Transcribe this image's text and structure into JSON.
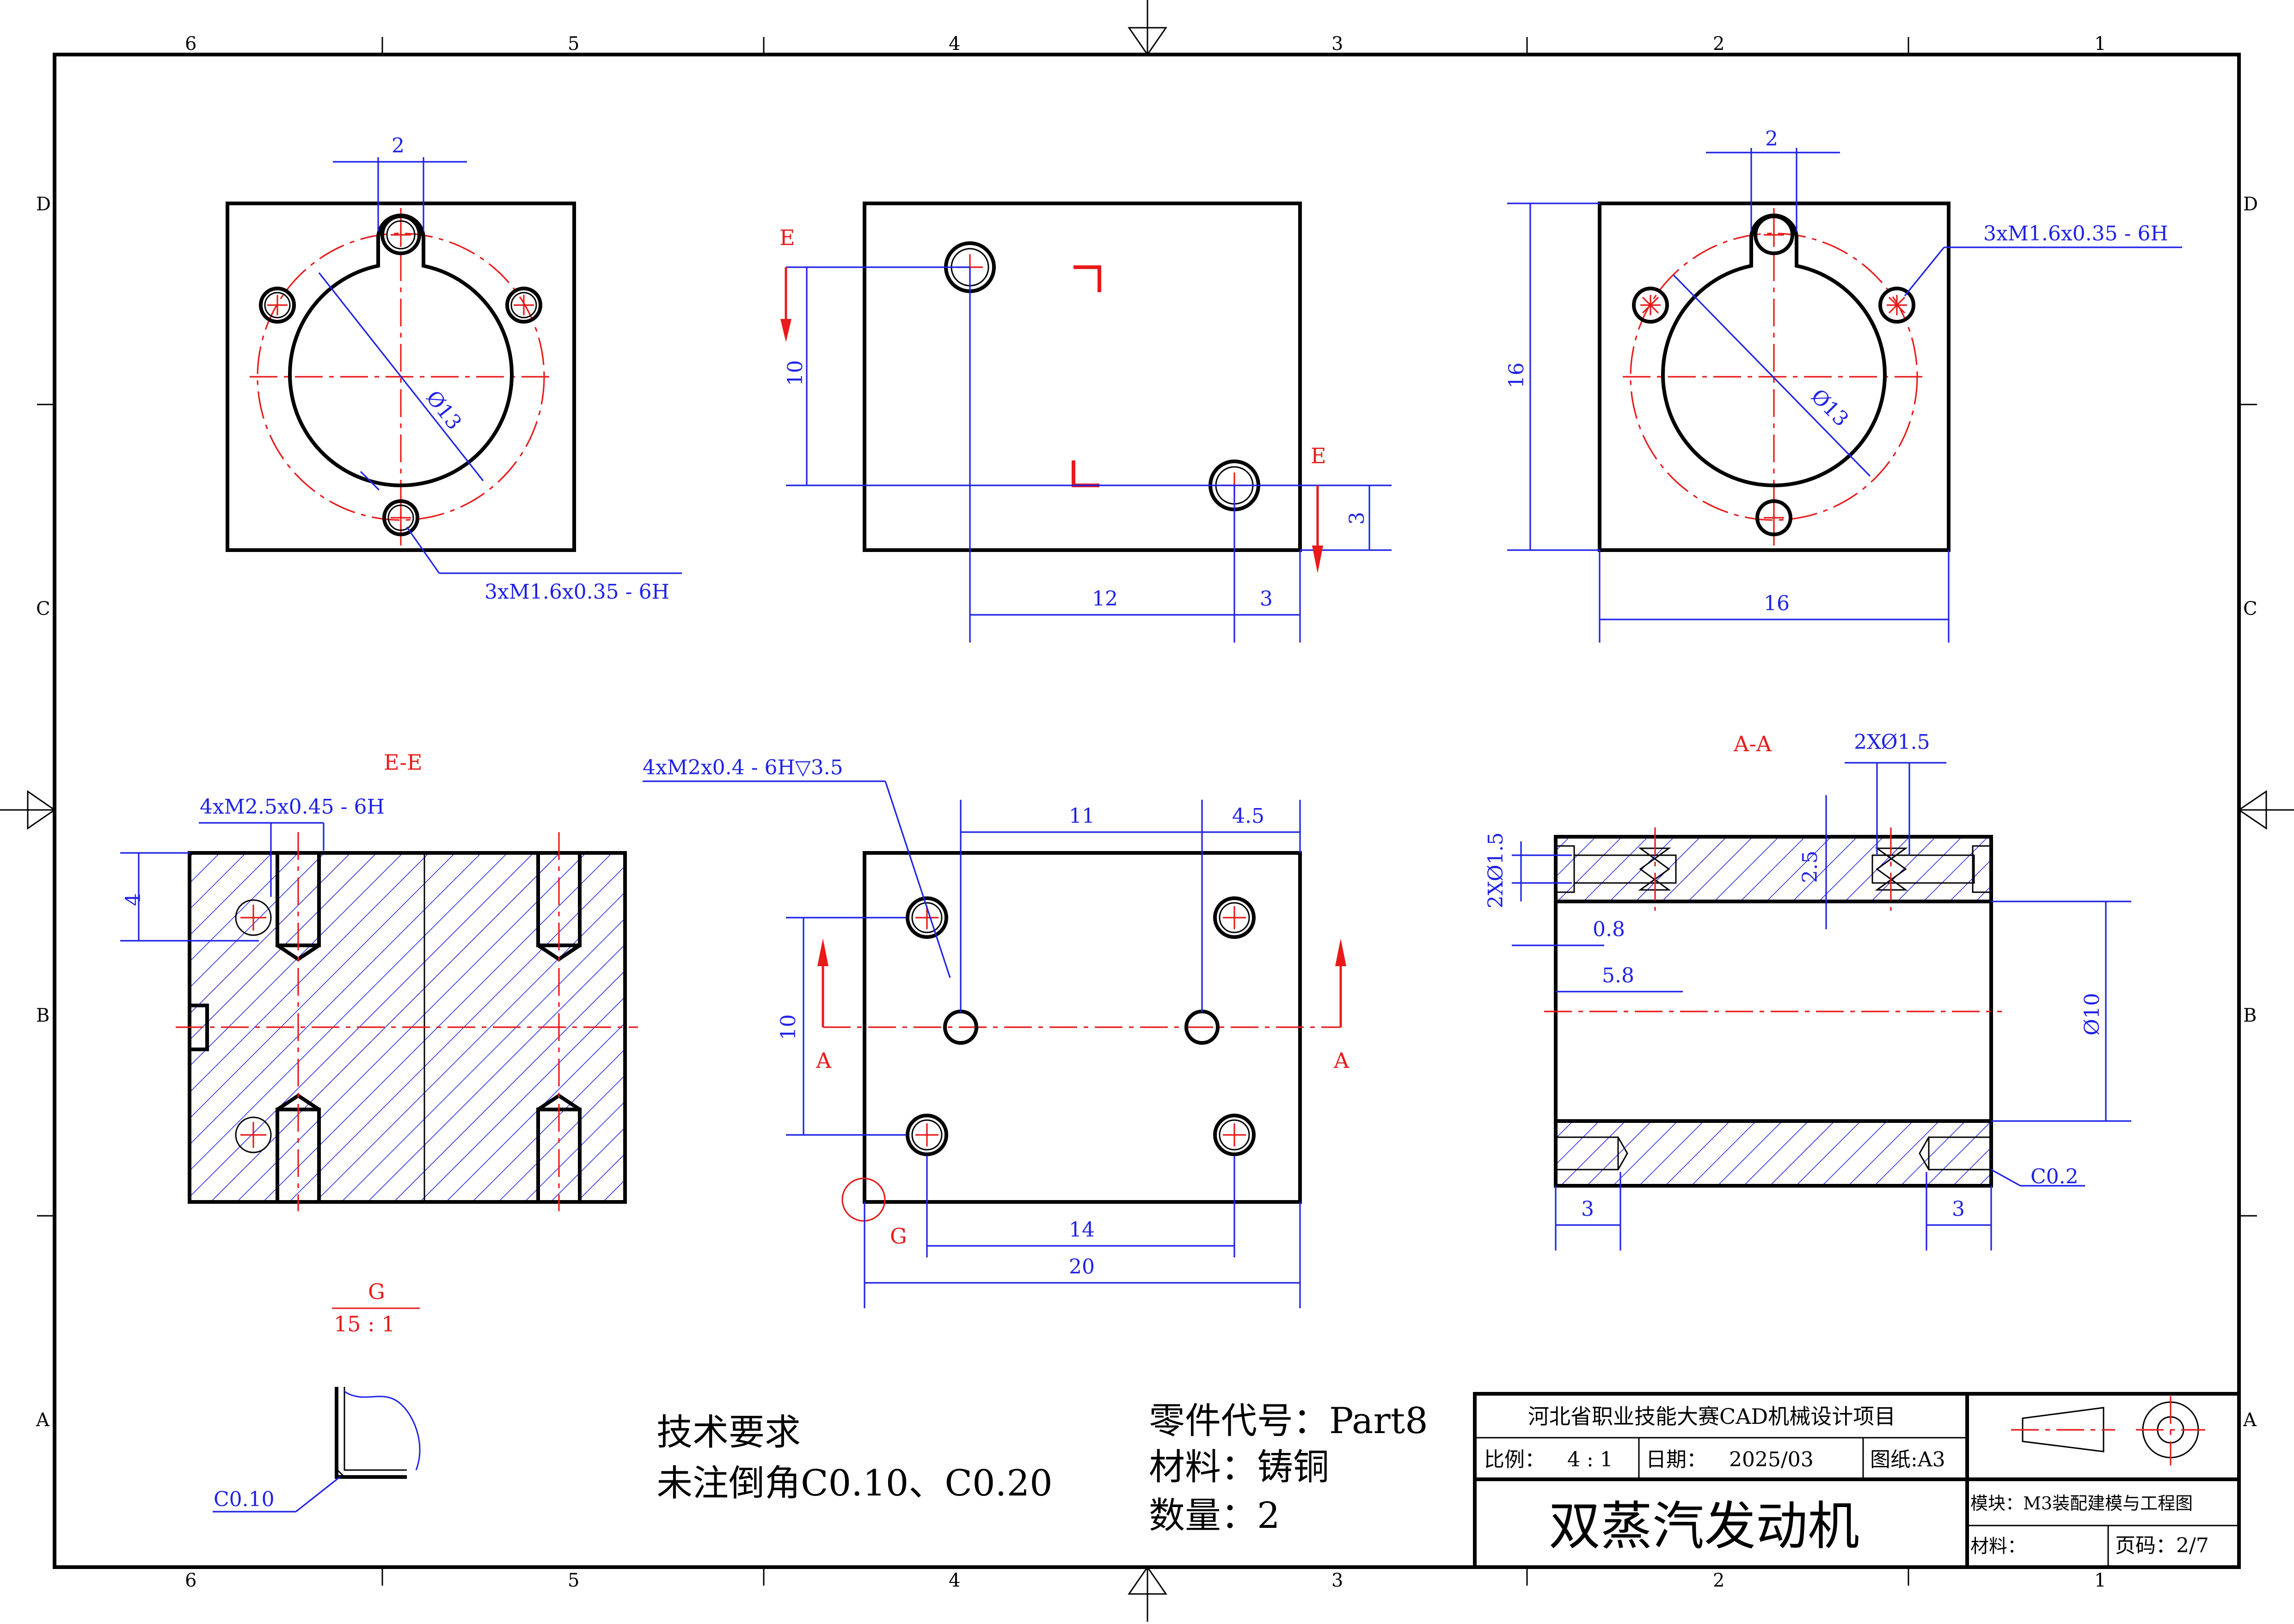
{
  "border": {
    "zones_top": [
      "6",
      "5",
      "4",
      "3",
      "2",
      "1"
    ],
    "zones_side": [
      "D",
      "C",
      "B",
      "A"
    ]
  },
  "views": {
    "top_left": {
      "dims": [
        "2",
        "Ø13",
        "3xM1.6x0.35 - 6H"
      ]
    },
    "top_middle": {
      "dims": [
        "10",
        "12",
        "3",
        "3"
      ],
      "section_labels": [
        "E",
        "E"
      ]
    },
    "top_right": {
      "dims": [
        "2",
        "16",
        "16",
        "Ø13",
        "3xM1.6x0.35 - 6H"
      ]
    },
    "section_ee": {
      "title": "E-E",
      "dims": [
        "4xM2.5x0.45 - 6H",
        "4"
      ]
    },
    "bottom_middle": {
      "dims": [
        "4xM2x0.4 - 6H▽3.5",
        "11",
        "4.5",
        "10",
        "14",
        "20"
      ],
      "section_labels": [
        "A",
        "A"
      ],
      "detail_label": "G"
    },
    "section_aa": {
      "title": "A-A",
      "dims": [
        "2XØ1.5",
        "2XØ1.5",
        "2.5",
        "0.8",
        "5.8",
        "Ø10",
        "C0.2",
        "3",
        "3"
      ]
    },
    "detail_g": {
      "title": "G",
      "scale": "15 : 1",
      "chamfer": "C0.10"
    }
  },
  "notes": {
    "tech_title": "技术要求",
    "tech_line": "未注倒角C0.10、C0.20",
    "part_code": "零件代号：Part8",
    "material": "材料：铸铜",
    "quantity": "数量：2"
  },
  "title_block": {
    "project": "河北省职业技能大赛CAD机械设计项目",
    "scale_label": "比例：",
    "scale_value": "4 : 1",
    "date_label": "日期：",
    "date_value": "2025/03",
    "paper": "图纸:A3",
    "part_name": "双蒸汽发动机",
    "module": "模块：M3装配建模与工程图",
    "material_label": "材料：",
    "page": "页码：2/7"
  }
}
